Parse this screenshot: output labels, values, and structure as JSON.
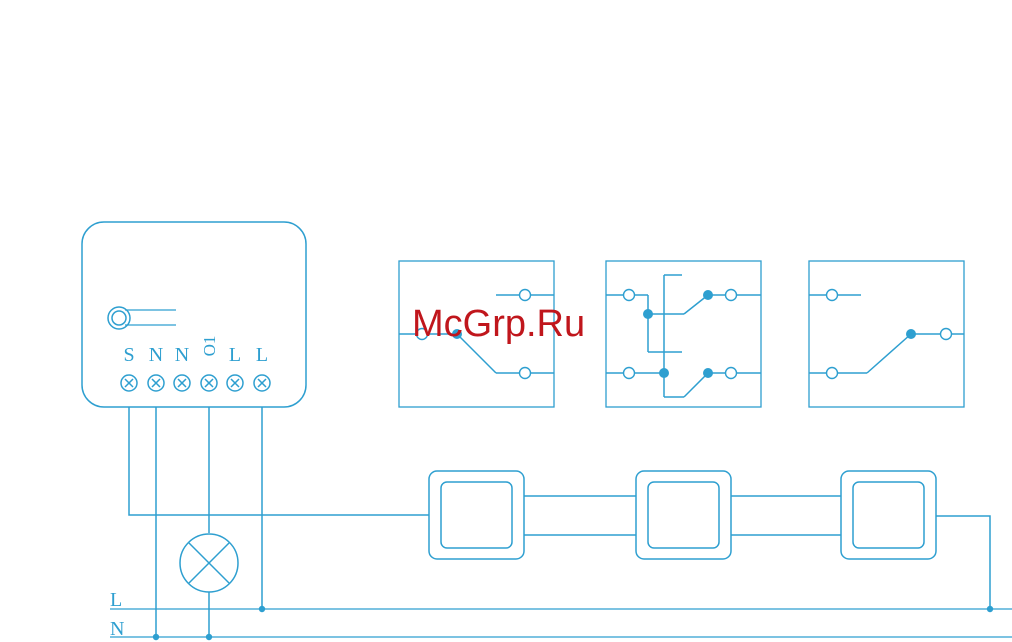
{
  "module": {
    "terminals": [
      "S",
      "N",
      "N",
      "O1",
      "L",
      "L"
    ]
  },
  "buses": {
    "line_label": "L",
    "neutral_label": "N"
  },
  "watermark": "McGrp.Ru",
  "colors": {
    "line": "#2e9fd0",
    "watermark": "#c0161c",
    "background": "#ffffff"
  }
}
